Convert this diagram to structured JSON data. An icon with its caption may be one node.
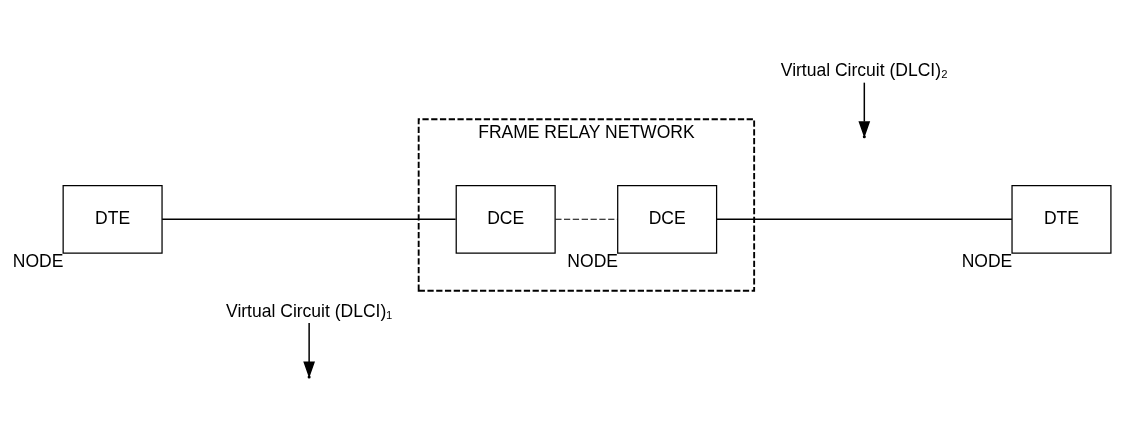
{
  "diagram": {
    "nodes": [
      {
        "text": [
          "FRAME RELAY NETWORK"
        ]
      },
      {
        "text": [
          "DTE"
        ],
        "beside": [
          "NODE"
        ]
      },
      {
        "text": [
          "DCE"
        ],
        "in": 0
      },
      {
        "text": [
          "DCE"
        ],
        "in": 0,
        "beside": [
          "NODE"
        ]
      },
      {
        "text": [
          "DTE"
        ],
        "beside": [
          "NODE"
        ]
      },
      {
        "text": [
          "Virtual Circuit (DLCI)₁"
        ]
      },
      {
        "text": [
          "Virtual Circuit (DLCI)₂"
        ]
      }
    ],
    "edges": [
      {
        "from": 1,
        "to": 2,
        "arrow": "none"
      },
      {
        "from": 2,
        "to": 3,
        "arrow": "none",
        "style": "dashed"
      },
      {
        "from": 3,
        "to": 4,
        "arrow": "none"
      },
      {
        "from": 5,
        "to": null,
        "arrow": "to"
      },
      {
        "from": 6,
        "to": null,
        "arrow": "to"
      }
    ]
  }
}
